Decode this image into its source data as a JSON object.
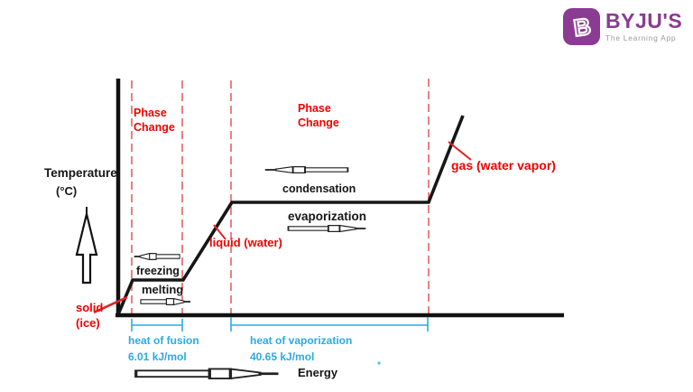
{
  "logo": {
    "brand": "BYJU'S",
    "tagline": "The Learning App",
    "icon_letter": "B",
    "brand_color": "#8a3b92",
    "tagline_color": "#9a9a9a"
  },
  "axes": {
    "y_label": "Temperature",
    "y_unit": "(°C)",
    "x_label": "Energy"
  },
  "labels": {
    "phase_change_left": "Phase\nChange",
    "phase_change_right": "Phase\nChange",
    "freezing": "freezing",
    "melting": "melting",
    "condensation": "condensation",
    "evaporization": "evaporization",
    "solid": "solid\n(ice)",
    "liquid": "liquid (water)",
    "gas": "gas (water vapor)",
    "heat_fusion": "heat of fusion",
    "heat_fusion_value": "6.01 kJ/mol",
    "heat_vaporization": "heat of vaporization",
    "heat_vaporization_value": "40.65 kJ/mol"
  },
  "colors": {
    "curve": "#161616",
    "red_label": "#f40000",
    "dashed_boundary": "#e87272",
    "heat_annotation_blue": "#29abe2",
    "axis_black": "#111111"
  },
  "chart_data": {
    "type": "line",
    "xlabel": "Energy",
    "ylabel": "Temperature (°C)",
    "grid": false,
    "curve_segments": [
      {
        "segment": "rise",
        "phase_label": "solid (ice)"
      },
      {
        "segment": "plateau",
        "region_label": "Phase Change",
        "forward_process": "melting",
        "reverse_process": "freezing",
        "enthalpy_label": "heat of fusion",
        "enthalpy_value": "6.01 kJ/mol"
      },
      {
        "segment": "rise",
        "phase_label": "liquid (water)"
      },
      {
        "segment": "plateau",
        "region_label": "Phase Change",
        "forward_process": "evaporization",
        "reverse_process": "condensation",
        "enthalpy_label": "heat of vaporization",
        "enthalpy_value": "40.65 kJ/mol"
      },
      {
        "segment": "rise",
        "phase_label": "gas (water vapor)"
      }
    ],
    "boundaries_x_fraction": [
      0.03,
      0.15,
      0.26,
      0.7
    ]
  }
}
